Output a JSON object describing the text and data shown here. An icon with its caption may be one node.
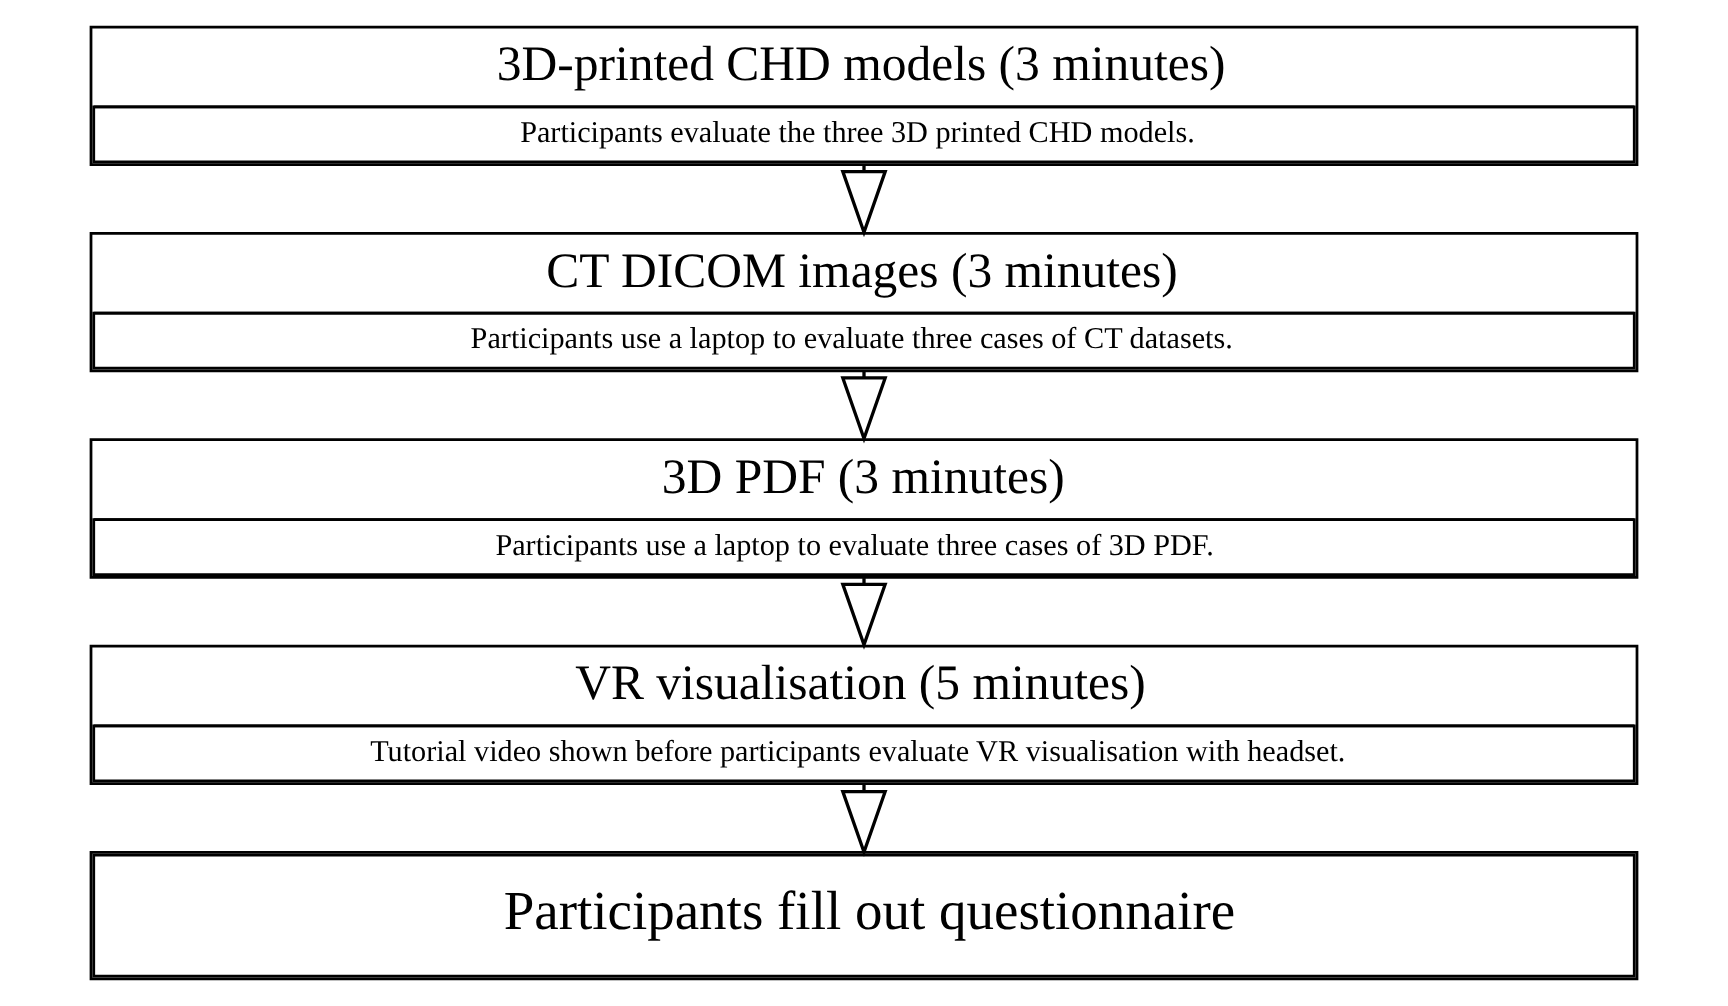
{
  "diagram": {
    "nodes": [
      {
        "text": [
          "3D-printed CHD models (3 minutes)",
          "Participants evaluate the three 3D printed CHD models."
        ]
      },
      {
        "text": [
          "CT DICOM images (3 minutes)",
          "Participants use a laptop to evaluate three cases of CT datasets."
        ]
      },
      {
        "text": [
          "3D PDF (3 minutes)",
          "Participants use a laptop to evaluate three cases of 3D PDF."
        ]
      },
      {
        "text": [
          "VR visualisation (5 minutes)",
          "Tutorial video shown before participants evaluate VR visualisation with headset."
        ]
      },
      {
        "text": [
          "Participants fill out questionnaire"
        ]
      }
    ],
    "edges": [
      {
        "from": 0,
        "to": 1,
        "arrow": "to"
      },
      {
        "from": 1,
        "to": 2,
        "arrow": "to"
      },
      {
        "from": 2,
        "to": 3,
        "arrow": "to"
      },
      {
        "from": 3,
        "to": 4,
        "arrow": "to"
      }
    ]
  }
}
